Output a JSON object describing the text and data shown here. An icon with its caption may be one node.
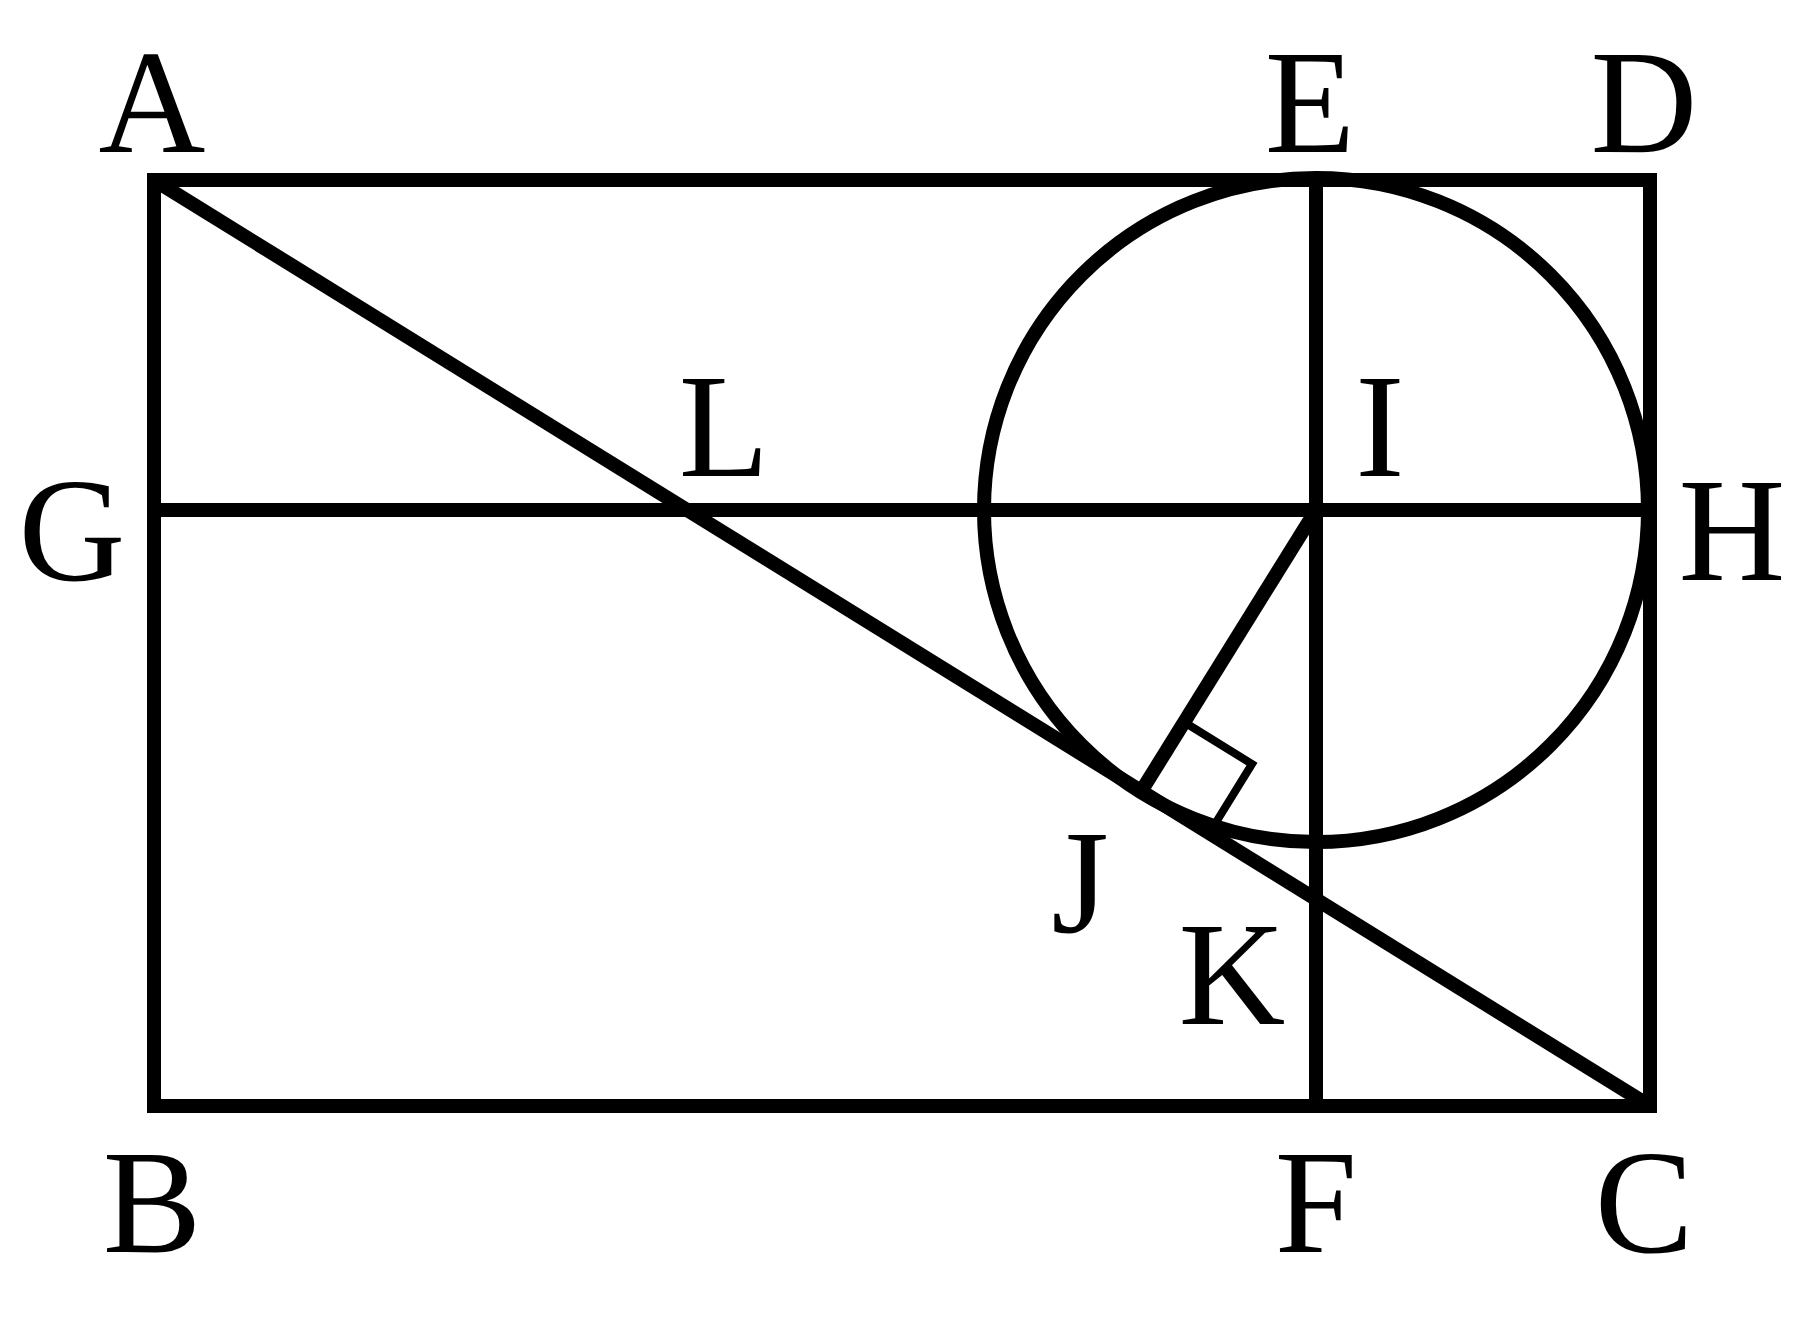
{
  "diagram": {
    "labels": [
      "A",
      "E",
      "D",
      "L",
      "I",
      "G",
      "H",
      "J",
      "K",
      "B",
      "F",
      "C"
    ]
  }
}
